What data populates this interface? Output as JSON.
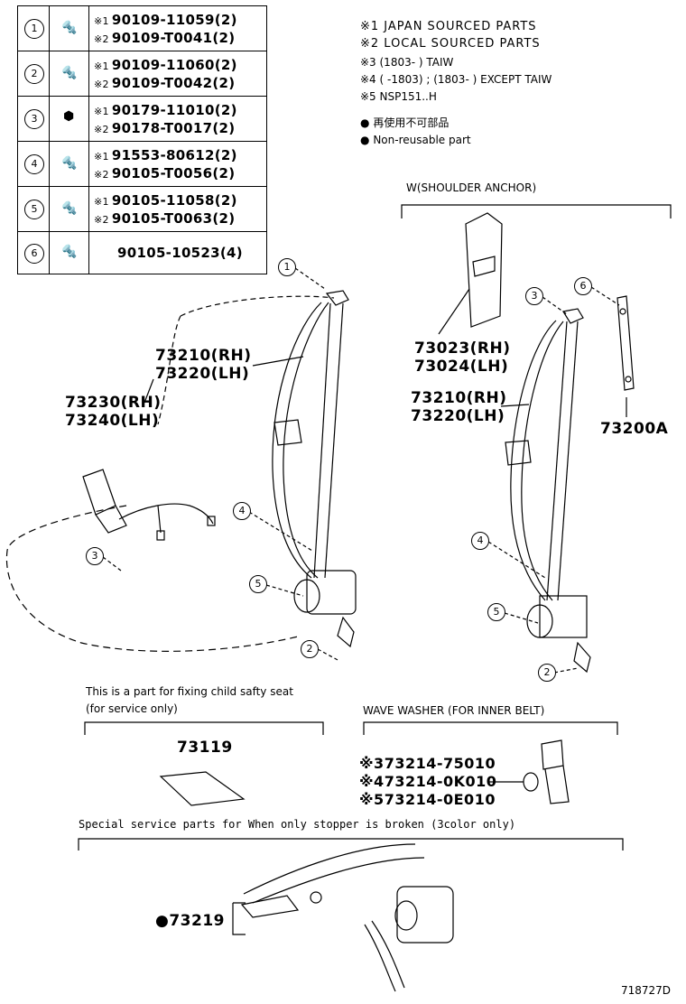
{
  "fastener_table": {
    "rows": [
      {
        "num": "1",
        "lines": [
          {
            "mark": "※1",
            "part": "90109-11059(2)"
          },
          {
            "mark": "※2",
            "part": "90109-T0041(2)"
          }
        ]
      },
      {
        "num": "2",
        "lines": [
          {
            "mark": "※1",
            "part": "90109-11060(2)"
          },
          {
            "mark": "※2",
            "part": "90109-T0042(2)"
          }
        ]
      },
      {
        "num": "3",
        "lines": [
          {
            "mark": "※1",
            "part": "90179-11010(2)"
          },
          {
            "mark": "※2",
            "part": "90178-T0017(2)"
          }
        ]
      },
      {
        "num": "4",
        "lines": [
          {
            "mark": "※1",
            "part": "91553-80612(2)"
          },
          {
            "mark": "※2",
            "part": "90105-T0056(2)"
          }
        ]
      },
      {
        "num": "5",
        "lines": [
          {
            "mark": "※1",
            "part": "90105-11058(2)"
          },
          {
            "mark": "※2",
            "part": "90105-T0063(2)"
          }
        ]
      },
      {
        "num": "6",
        "lines": [
          {
            "mark": "",
            "part": "90105-10523(4)"
          }
        ]
      }
    ]
  },
  "notes": [
    "※1  JAPAN  SOURCED  PARTS",
    "※2  LOCAL  SOURCED  PARTS",
    "※3 (1803-       ) TAIW",
    "※4 (       -1803) ; (1803-       ) EXCEPT TAIW",
    "※5 NSP151..H"
  ],
  "non_reusable": {
    "jp": "再使用不可部品",
    "en": "Non-reusable part"
  },
  "sections": {
    "shoulder_anchor": "W(SHOULDER ANCHOR)",
    "child_seat": "This is a part for fixing child safty seat",
    "service_only": "(for service only)",
    "wave_washer": "WAVE WASHER (FOR INNER BELT)",
    "special_service": "Special  service  parts  for  When  only  stopper  is  broken  (3color  only)"
  },
  "part_labels": {
    "belt_left_rh": "73210(RH)",
    "belt_left_lh": "73220(LH)",
    "buckle_rh": "73230(RH)",
    "buckle_lh": "73240(LH)",
    "anchor_cover_rh": "73023(RH)",
    "anchor_cover_lh": "73024(LH)",
    "belt_right_rh": "73210(RH)",
    "belt_right_lh": "73220(LH)",
    "shoulder_adjuster": "73200A",
    "child_plate": "73119",
    "washer_3": "※373214-75010",
    "washer_4": "※473214-0K010",
    "washer_5": "※573214-0E010",
    "stopper": "73219"
  },
  "callouts": {
    "left_1": "1",
    "left_2": "2",
    "left_3": "3",
    "left_4": "4",
    "left_5": "5",
    "right_2": "2",
    "right_3": "3",
    "right_4": "4",
    "right_5": "5",
    "right_6": "6"
  },
  "figure_id": "718727D"
}
